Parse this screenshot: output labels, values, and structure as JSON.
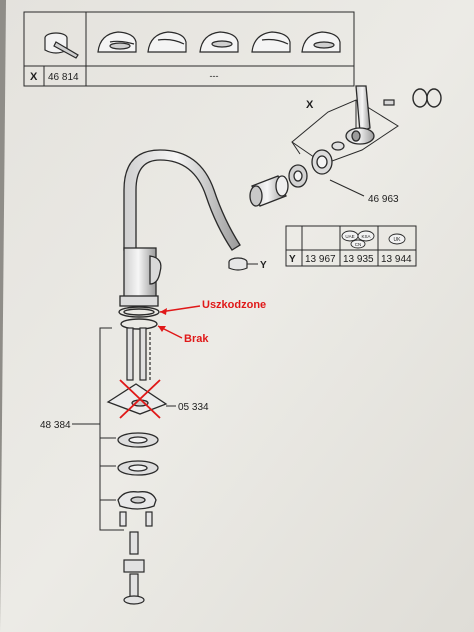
{
  "handle_table": {
    "row_label": "X",
    "part_number": "46 814",
    "placeholder": "---"
  },
  "cartridge_table": {
    "row_label": "Y",
    "badges": [
      "UAE",
      "KSA",
      "CN",
      "UK"
    ],
    "values": [
      "13 967",
      "13 935",
      "13 944"
    ]
  },
  "callouts": {
    "handle_group": "X",
    "aerator": "Y",
    "cartridge": "46 963",
    "base_set": "48 384",
    "washer": "05 334"
  },
  "annotations": {
    "damaged": "Uszkodzone",
    "missing": "Brak"
  },
  "colors": {
    "annotation": "#e01818",
    "paper": "#e9e7e2",
    "line": "#2a2a2a"
  }
}
